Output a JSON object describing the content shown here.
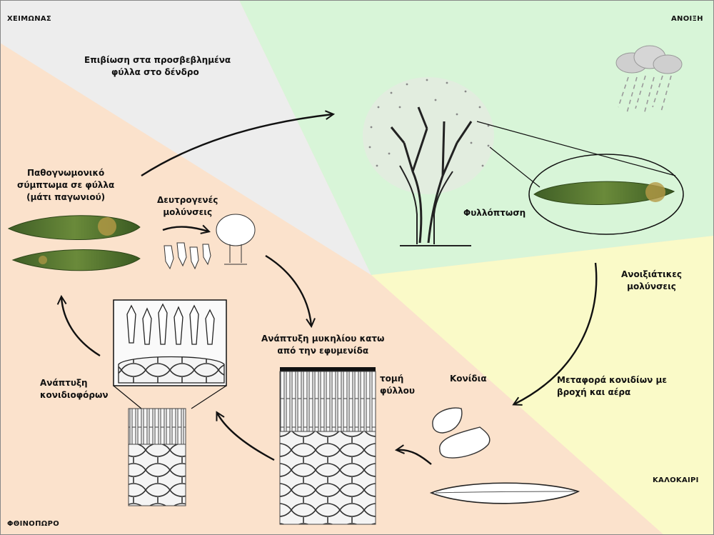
{
  "seasons": {
    "winter": "ΧΕΙΜΩΝΑΣ",
    "spring": "ΑΝΟΙΞΗ",
    "summer": "ΚΑΛΟΚΑΙΡΙ",
    "autumn": "ΦΘΙΝΟΠΩΡΟ"
  },
  "labels": {
    "survival_line1": "Επιβίωση στα προσβεβλημένα",
    "survival_line2": "φύλλα στο δένδρο",
    "symptom_line1": "Παθογνωμονικό",
    "symptom_line2": "σύμπτωμα σε φύλλα",
    "symptom_line3": "(μάτι παγωνιού)",
    "secondary_line1": "Δευτρογενές",
    "secondary_line2": "μολύνσεις",
    "leaf_fall": "Φυλλόπτωση",
    "spring_inf_line1": "Ανοιξιάτικες",
    "spring_inf_line2": "μολύνσεις",
    "transport_line1": "Μεταφορά κονιδίων με",
    "transport_line2": "βροχή και αέρα",
    "conidia": "Κονίδια",
    "mycelium_line1": "Ανάπτυξη μυκηλίου κατω",
    "mycelium_line2": "από την εφυμενίδα",
    "section_line1": "τομή",
    "section_line2": "φύλλου",
    "conidiophores_line1": "Ανάπτυξη",
    "conidiophores_line2": "κονιδιοφόρων"
  },
  "colors": {
    "winter_bg": "#ededed",
    "spring_bg": "#d8f5d8",
    "summer_bg": "#fafac8",
    "autumn_bg": "#fbe2cc",
    "leaf_dark": "#4a6b2c",
    "leaf_spot": "#c9a64a"
  }
}
